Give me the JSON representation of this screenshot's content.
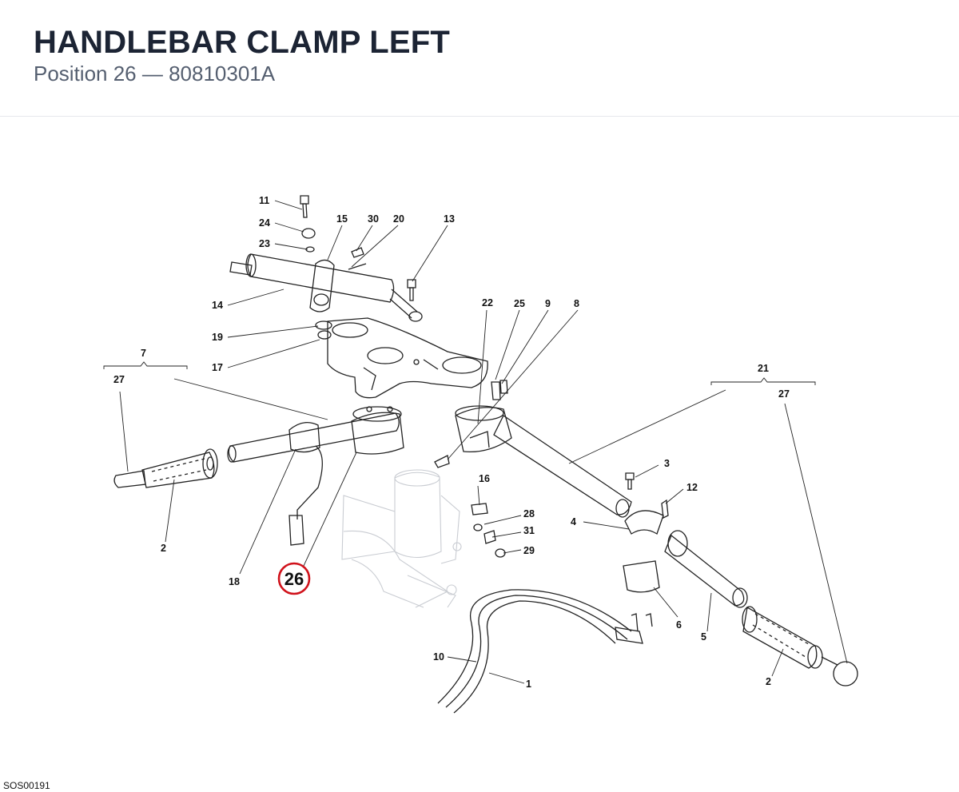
{
  "header": {
    "title": "HANDLEBAR CLAMP LEFT",
    "subtitle": "Position 26 — 80810301A"
  },
  "diagram": {
    "callouts": [
      "11",
      "24",
      "23",
      "15",
      "30",
      "20",
      "13",
      "14",
      "19",
      "17",
      "7",
      "27",
      "22",
      "25",
      "9",
      "8",
      "21",
      "27",
      "3",
      "12",
      "4",
      "16",
      "28",
      "31",
      "29",
      "2",
      "18",
      "26",
      "6",
      "5",
      "10",
      "1",
      "2"
    ],
    "highlight": "26",
    "highlight_color": "#d0121b"
  },
  "footer": {
    "code": "SOS00191"
  }
}
